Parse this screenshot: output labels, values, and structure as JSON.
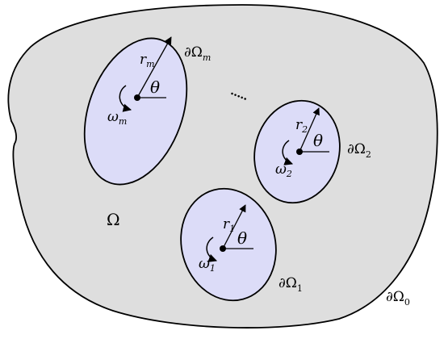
{
  "colors": {
    "domain_fill": "#dedede",
    "hole_fill": "#dcdcf8",
    "stroke": "#000000"
  },
  "domain": {
    "label": "Ω",
    "boundary_label": "∂Ω",
    "boundary_sub": "0"
  },
  "ellipsis": "·····",
  "holes": {
    "m": {
      "r_label": "r",
      "r_sub": "m",
      "theta_label": "θ",
      "omega_label": "ω",
      "omega_sub": "m",
      "boundary_label": "∂Ω",
      "boundary_sub": "m"
    },
    "h2": {
      "r_label": "r",
      "r_sub": "2",
      "theta_label": "θ",
      "omega_label": "ω",
      "omega_sub": "2",
      "boundary_label": "∂Ω",
      "boundary_sub": "2"
    },
    "h1": {
      "r_label": "r",
      "r_sub": "1",
      "theta_label": "θ",
      "omega_label": "ω",
      "omega_sub": "1",
      "boundary_label": "∂Ω",
      "boundary_sub": "1"
    }
  }
}
